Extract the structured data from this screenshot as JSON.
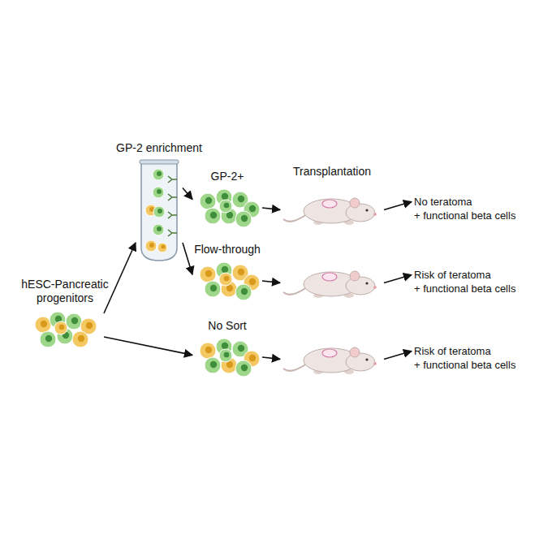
{
  "diagram": {
    "nodes": [
      {
        "text": [
          "hESC-Pancreatic progenitors"
        ]
      },
      {
        "text": [
          "GP-2 enrichment"
        ]
      },
      {
        "text": [
          "GP-2+"
        ]
      },
      {
        "text": [
          "Flow-through"
        ]
      },
      {
        "text": [
          "No Sort"
        ]
      },
      {
        "text": []
      },
      {
        "text": []
      },
      {
        "text": []
      },
      {
        "text": [
          "No teratoma",
          "+ functional beta cells"
        ]
      },
      {
        "text": [
          "Risk of teratoma",
          "+ functional beta cells"
        ]
      },
      {
        "text": [
          "Risk of teratoma",
          "+ functional beta cells"
        ]
      }
    ],
    "edges": [
      {
        "from": 0,
        "to": 1,
        "arrow": "to"
      },
      {
        "from": 1,
        "to": 2,
        "arrow": "to"
      },
      {
        "from": 1,
        "to": 3,
        "arrow": "to"
      },
      {
        "from": 0,
        "to": 4,
        "arrow": "to"
      },
      {
        "from": 2,
        "to": 5,
        "arrow": "to"
      },
      {
        "from": 3,
        "to": 6,
        "arrow": "to"
      },
      {
        "from": 4,
        "to": 7,
        "arrow": "to"
      },
      {
        "from": 5,
        "to": 8,
        "arrow": "to"
      },
      {
        "from": 6,
        "to": 9,
        "arrow": "to"
      },
      {
        "from": 7,
        "to": 10,
        "arrow": "to"
      }
    ],
    "labels": [
      "Transplantation"
    ]
  }
}
